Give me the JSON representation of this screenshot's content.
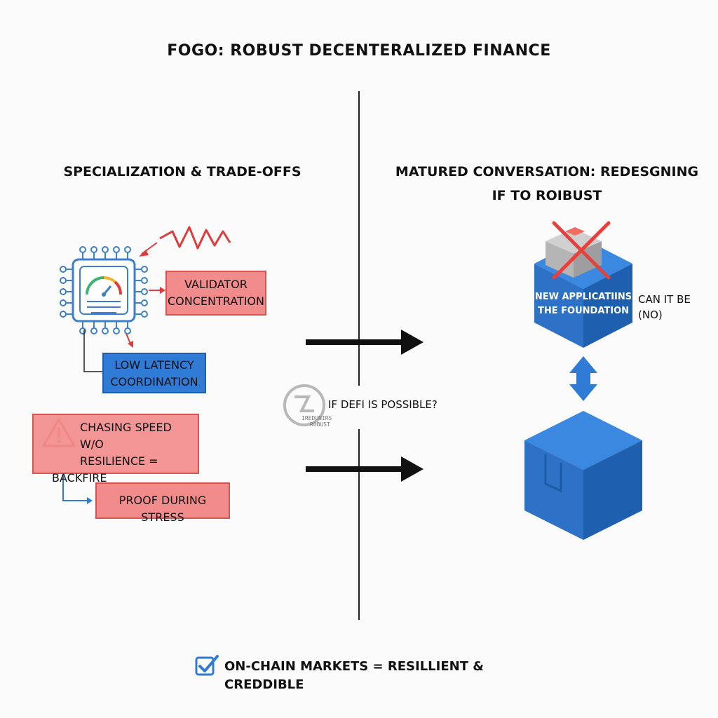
{
  "title": "FOGO: ROBUST DECENTERALIZED FINANCE",
  "left": {
    "heading": "SPECIALIZATION & TRADE-OFFS",
    "validator_label_1": "VALIDATOR",
    "validator_label_2": "CONCENTRATION",
    "latency_label_1": "LOW LATENCY",
    "latency_label_2": "COORDINATION",
    "warning_label_1": "CHASING SPEED W/O",
    "warning_label_2": "RESILIENCE =",
    "warning_label_3": "BACKFIRE",
    "proof_label": "PROOF DURING STRESS"
  },
  "center": {
    "logo_text_1": "IREDUNIRS",
    "logo_text_2": "ROBUST",
    "question": "IF DEFI IS POSSIBLE?"
  },
  "right": {
    "heading_line_1": "MATURED CONVERSATION: REDESGNING",
    "heading_line_2": "IF TO ROIBUST",
    "cube_label_1": "NEW APPLICATIINS",
    "cube_label_2": "THE FOUNDATION",
    "side_label_1": "CAN IT BE",
    "side_label_2": "(NO)"
  },
  "footer": {
    "text": "ON-CHAIN MARKETS = RESILLIENT & CREDDIBLE"
  },
  "colors": {
    "red_fill": "#f28c8c",
    "red_stroke": "#d9534f",
    "blue": "#2f7bd6",
    "chip_blue": "#3c7fcf"
  }
}
